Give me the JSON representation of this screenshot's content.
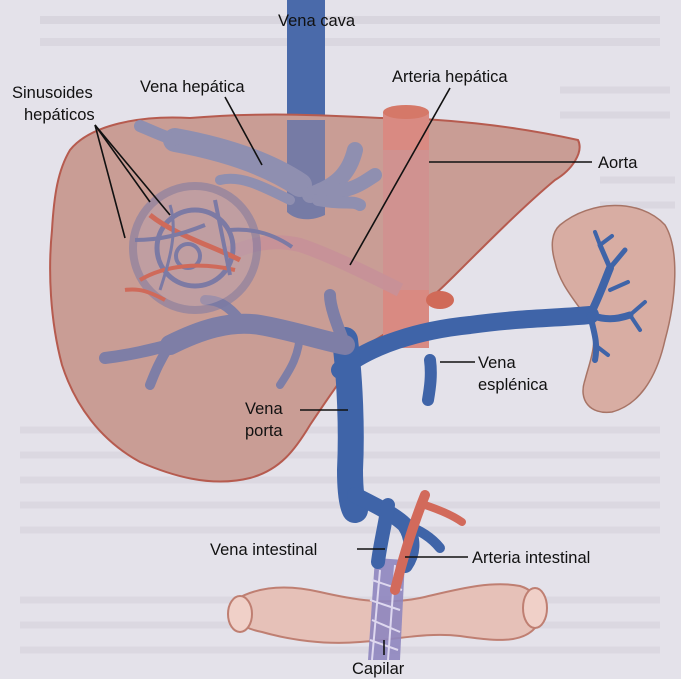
{
  "diagram": {
    "labels": {
      "vena_cava": "Vena cava",
      "vena_hepatica": "Vena hepática",
      "arteria_hepatica": "Arteria hepática",
      "sinusoides_line1": "Sinusoides",
      "sinusoides_line2": "hepáticos",
      "aorta": "Aorta",
      "vena_esplenica_line1": "Vena",
      "vena_esplenica_line2": "esplénica",
      "vena_porta_line1": "Vena",
      "vena_porta_line2": "porta",
      "vena_intestinal": "Vena intestinal",
      "arteria_intestinal": "Arteria intestinal",
      "capilar": "Capilar"
    },
    "colors": {
      "background": "#e4e2ea",
      "liver": "#c99d95",
      "liver_outline": "#b65b4f",
      "vein_blue": "#3f64a8",
      "vein_light": "#8d8fb4",
      "artery_red": "#d26a5b",
      "spleen": "#d8ada3",
      "intestine": "#e6c1b8",
      "capillary_purple": "#8e86bf"
    }
  }
}
